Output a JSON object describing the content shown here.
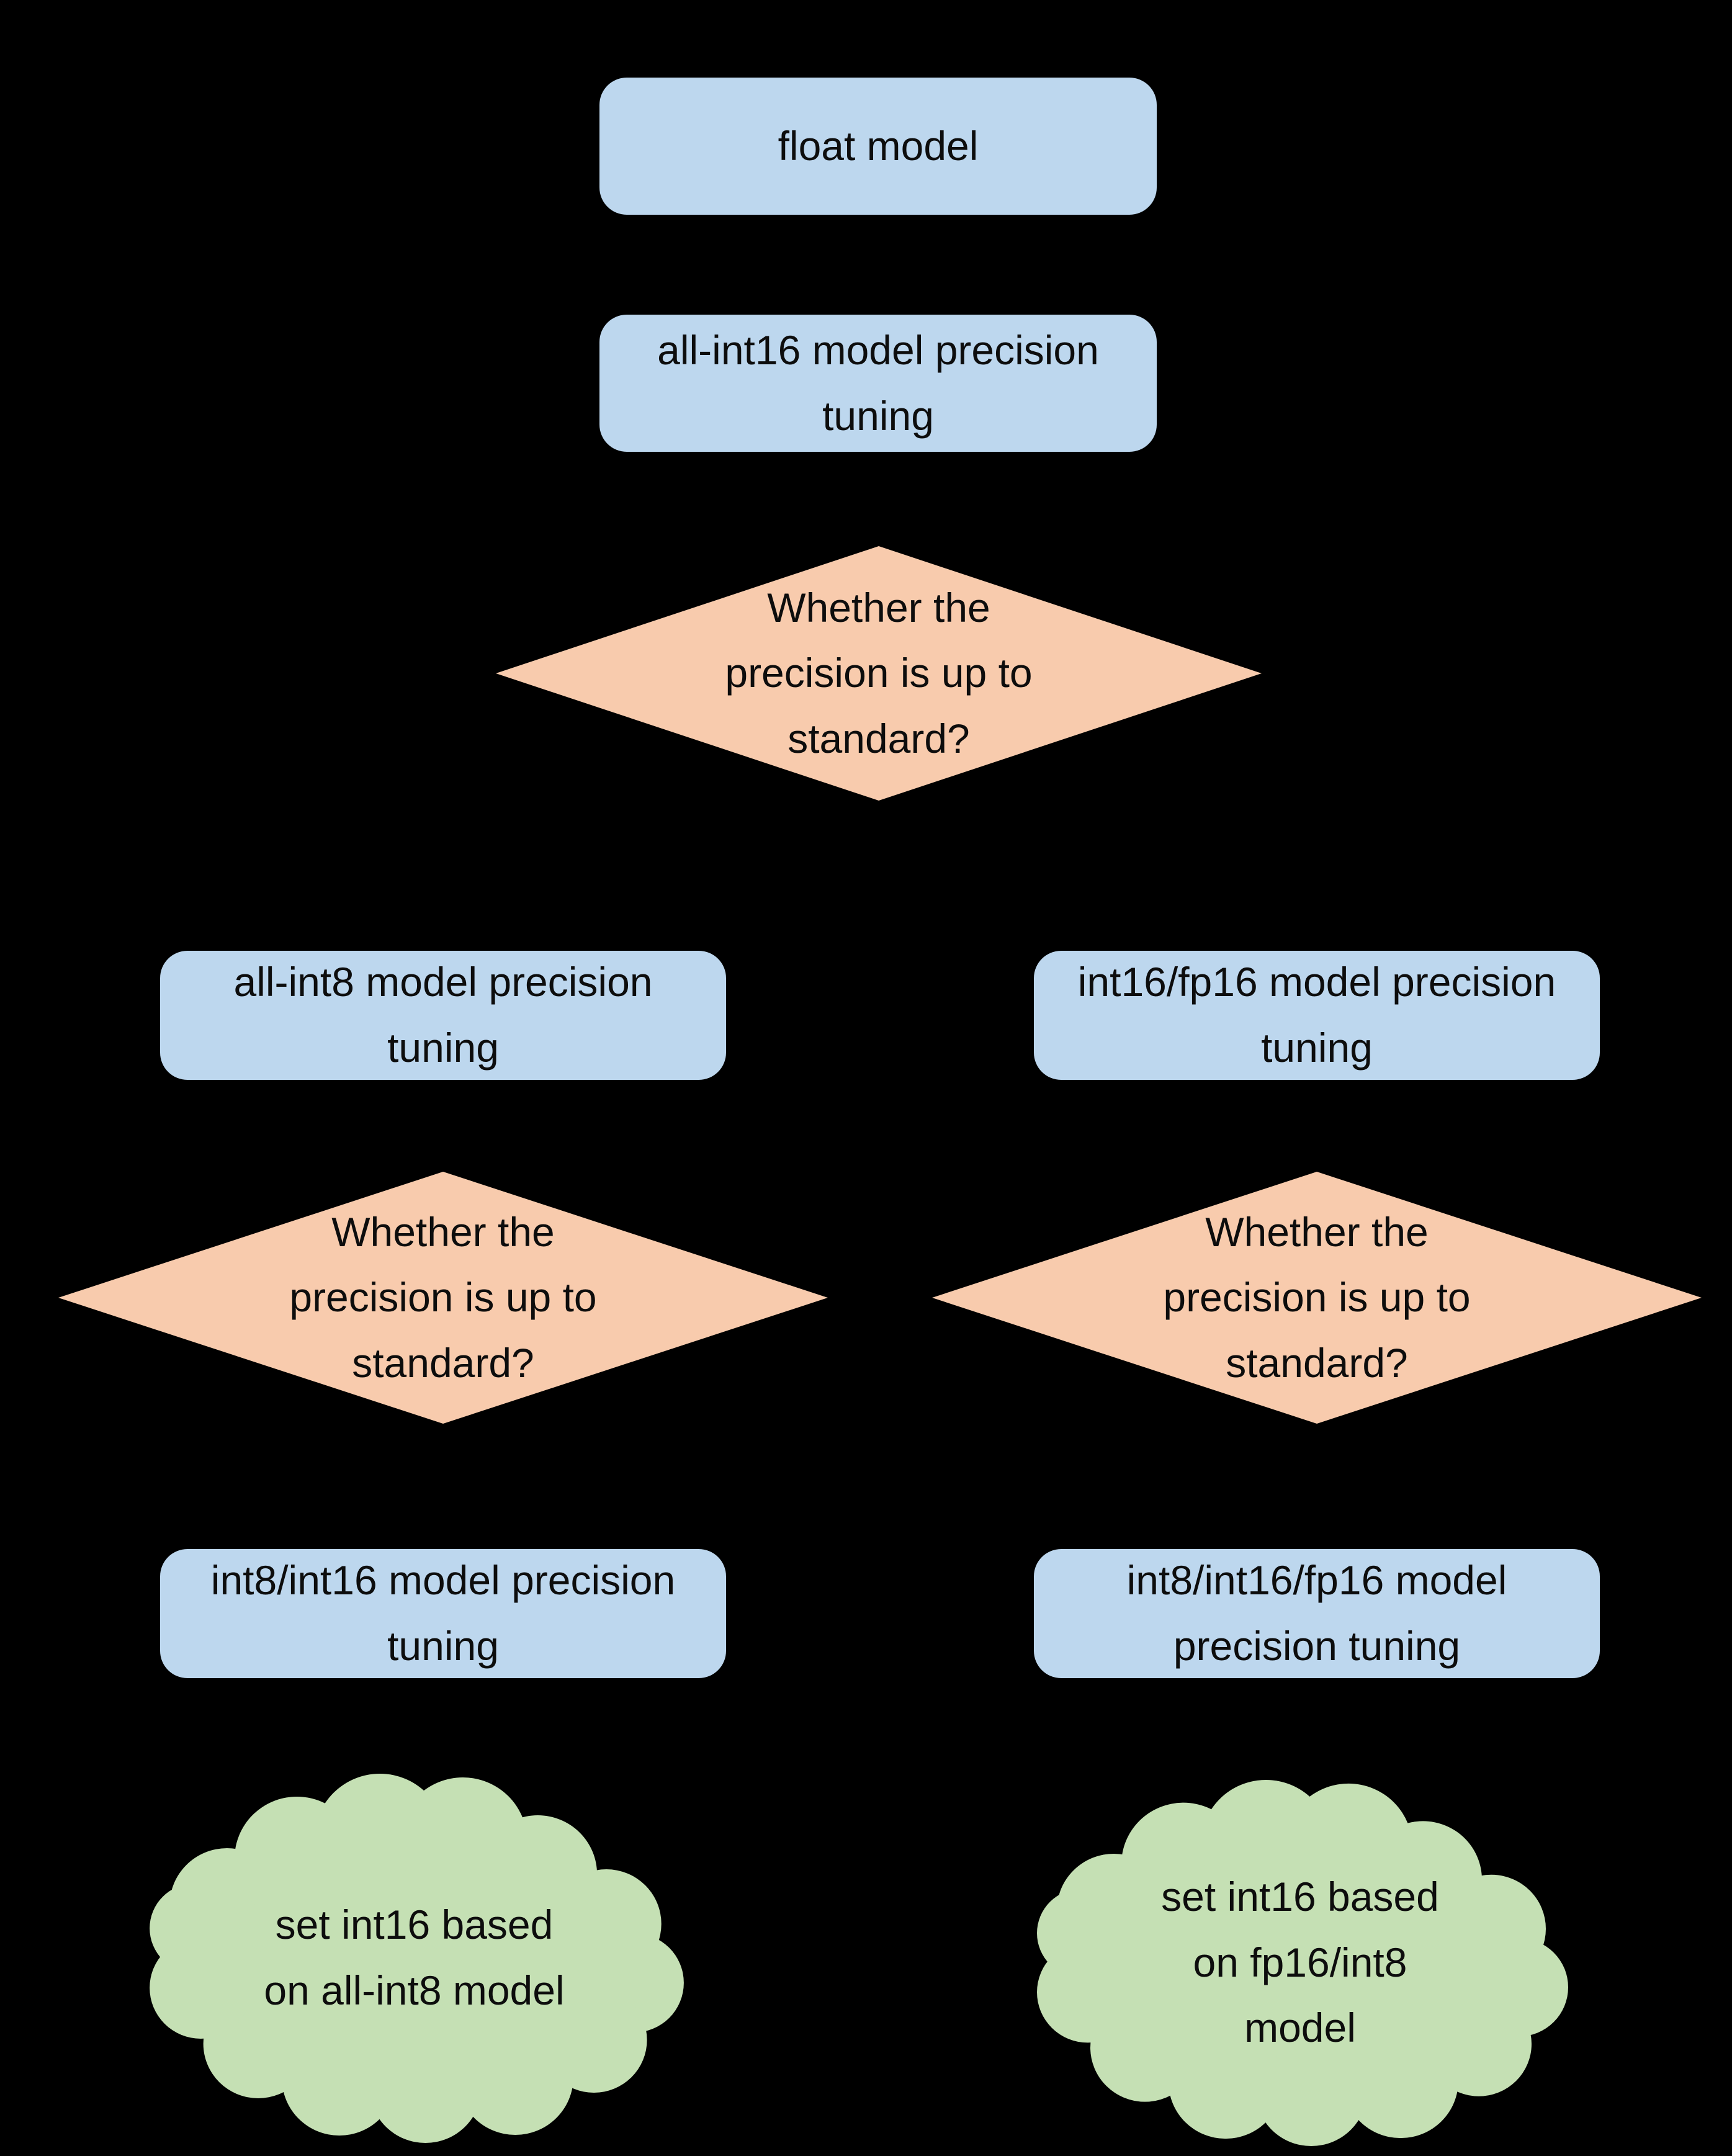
{
  "flowchart": {
    "background_color": "#000000",
    "colors": {
      "process_fill": "#BDD7EE",
      "decision_fill": "#F8CBAD",
      "terminal_fill": "#C5E0B4",
      "text": "#0d0d0d"
    },
    "nodes": {
      "float_model": {
        "type": "process",
        "label": "float model"
      },
      "all_int16_tuning": {
        "type": "process",
        "label": "all-int16 model precision\ntuning"
      },
      "decision_top": {
        "type": "decision",
        "label": "Whether the\nprecision is up to\nstandard?"
      },
      "all_int8_tuning": {
        "type": "process",
        "label": "all-int8 model precision\ntuning"
      },
      "int16_fp16_tuning": {
        "type": "process",
        "label": "int16/fp16 model precision\ntuning"
      },
      "decision_left": {
        "type": "decision",
        "label": "Whether the\nprecision is up to\nstandard?"
      },
      "decision_right": {
        "type": "decision",
        "label": "Whether the\nprecision is up to\nstandard?"
      },
      "int8_int16_tuning": {
        "type": "process",
        "label": "int8/int16 model precision\ntuning"
      },
      "int8_int16_fp16_tuning": {
        "type": "process",
        "label": "int8/int16/fp16 model\nprecision tuning"
      },
      "set_int16_from_all_int8": {
        "type": "terminal-cloud",
        "label": "set int16 based\non all-int8 model"
      },
      "set_int16_from_fp16_int8": {
        "type": "terminal-cloud",
        "label": "set int16 based\non fp16/int8\nmodel"
      }
    }
  }
}
